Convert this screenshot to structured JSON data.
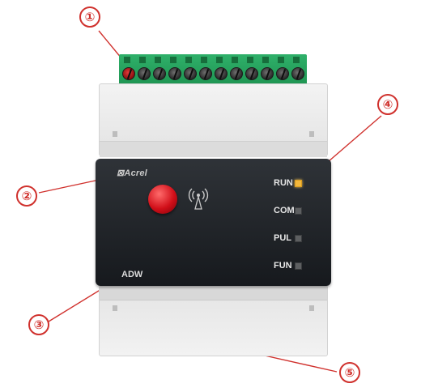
{
  "device": {
    "brand_logo": "Acrel",
    "model_label": "ADW",
    "antenna_color": "#d10f19",
    "terminal_color": "#22a05a",
    "panel_color": "#1d2024",
    "antenna_icon": "wireless-signal-icon"
  },
  "indicators": [
    {
      "label": "RUN",
      "state": "on",
      "color": "#f4b83c"
    },
    {
      "label": "COM",
      "state": "off",
      "color": "#5d5f61"
    },
    {
      "label": "PUL",
      "state": "off",
      "color": "#5d5f61"
    },
    {
      "label": "FUN",
      "state": "off",
      "color": "#5d5f61"
    }
  ],
  "callouts": [
    {
      "number": "①"
    },
    {
      "number": "②"
    },
    {
      "number": "③"
    },
    {
      "number": "④"
    },
    {
      "number": "⑤"
    }
  ],
  "callout_color": "#d0312d"
}
